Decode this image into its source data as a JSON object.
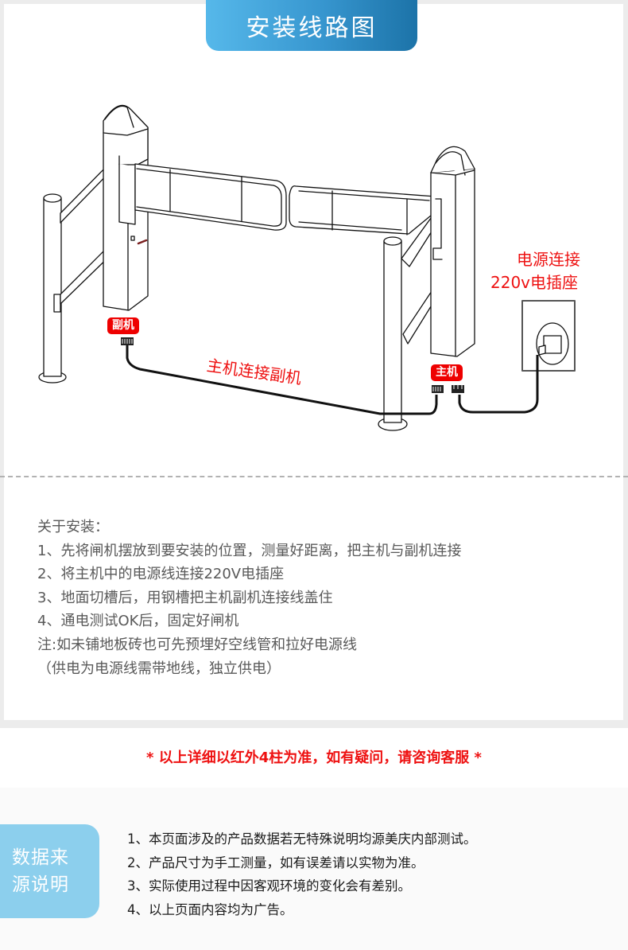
{
  "header": {
    "title": "安装线路图",
    "gradient_colors": [
      "#56b8ea",
      "#1c73a8"
    ]
  },
  "diagram": {
    "power_label_line1": "电源连接",
    "power_label_line2": "220v电插座",
    "cable_label": "主机连接副机",
    "slave_tag": "副机",
    "master_tag": "主机",
    "accent_color": "#ee1111",
    "icons": [
      "turnstile-gate-drawing",
      "wall-socket-icon",
      "connector-plug-icon",
      "cable-line"
    ]
  },
  "install": {
    "heading": "关于安装：",
    "steps": [
      "1、先将闸机摆放到要安装的位置，测量好距离，把主机与副机连接",
      "2、将主机中的电源线连接220V电插座",
      "3、地面切槽后，用钢槽把主机副机连接线盖住",
      "4、通电测试OK后，固定好闸机",
      "注:如未铺地板砖也可先预埋好空线管和拉好电源线",
      "（供电为电源线需带地线，独立供电）"
    ]
  },
  "notice": "* 以上详细以红外4柱为准，如有疑问，请咨询客服 *",
  "data_source": {
    "badge_line1": "数据来",
    "badge_line2": "源说明",
    "badge_color": "#8ccfed",
    "notes": [
      "1、本页面涉及的产品数据若无特殊说明均源美庆内部测试。",
      "2、产品尺寸为手工测量，如有误差请以实物为准。",
      "3、实际使用过程中因客观环境的变化会有差别。",
      "4、以上页面内容均为广告。"
    ]
  }
}
